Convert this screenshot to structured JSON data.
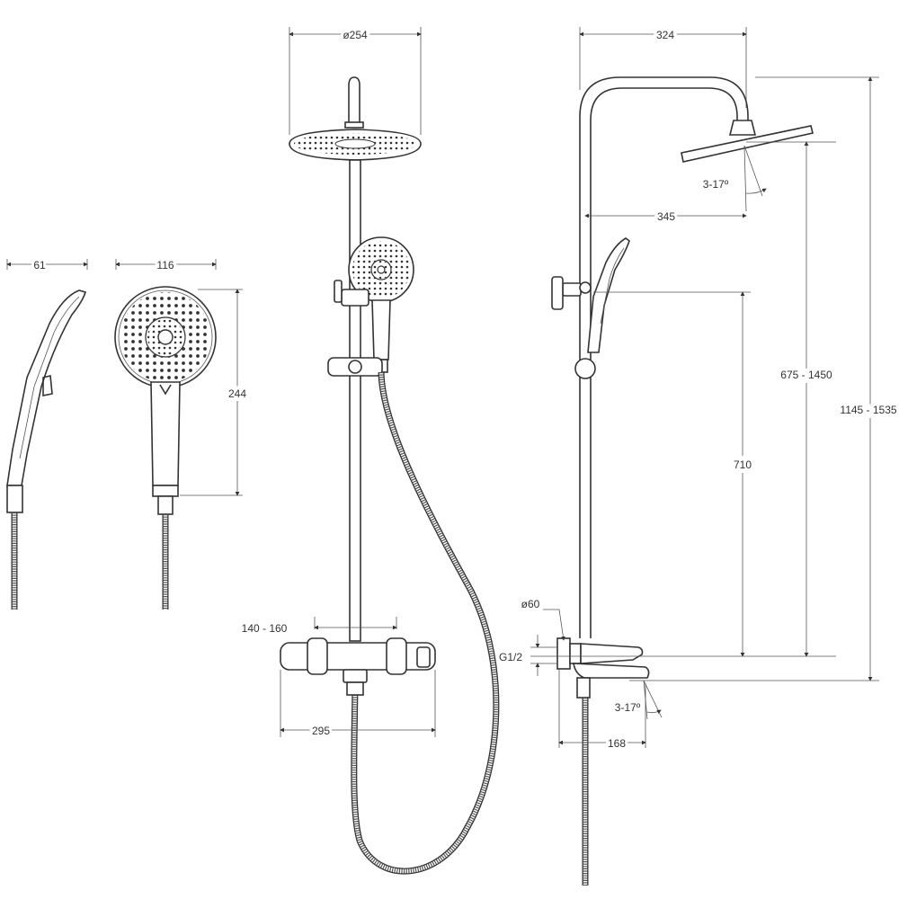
{
  "dimensions": {
    "hand_shower_depth": "61",
    "hand_shower_diameter": "116",
    "hand_shower_length": "244",
    "overhead_diameter": "ø254",
    "mixer_connection_spacing": "140 - 160",
    "mixer_width": "295",
    "arm_span": "324",
    "arm_reach": "345",
    "overhead_tilt": "3-17º",
    "hand_height_range": "675 - 1450",
    "holder_travel": "710",
    "total_height_range": "1145 - 1535",
    "wall_cover_diameter": "ø60",
    "thread_size": "G1/2",
    "spout_tilt": "3-17º",
    "spout_reach": "168"
  },
  "colors": {
    "line": "#333333",
    "background": "#ffffff"
  }
}
